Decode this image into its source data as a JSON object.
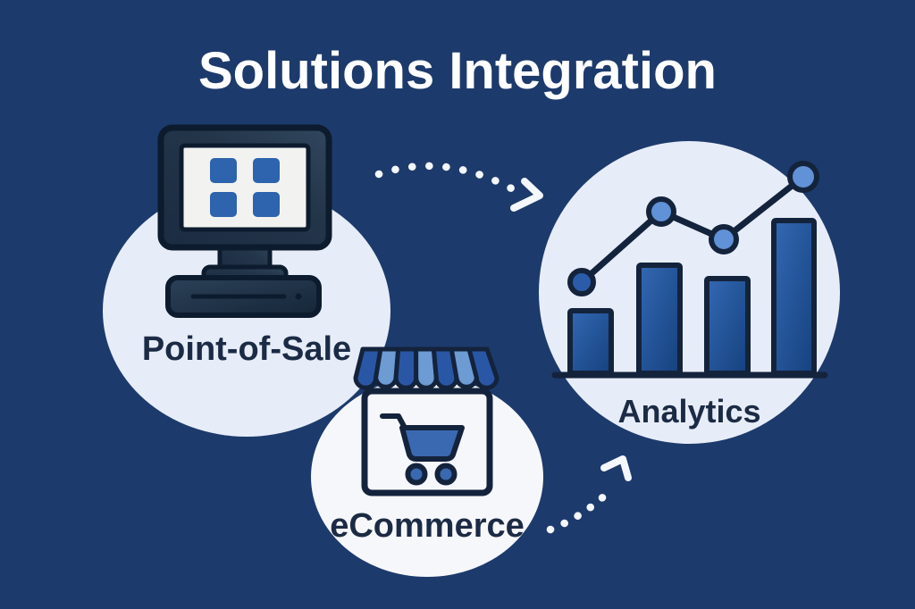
{
  "title": "Solutions Integration",
  "nodes": [
    {
      "id": "point-of-sale",
      "label": "Point-of-Sale",
      "icon": "pos-terminal-icon"
    },
    {
      "id": "ecommerce",
      "label": "eCommerce",
      "icon": "storefront-cart-icon"
    },
    {
      "id": "analytics",
      "label": "Analytics",
      "icon": "bar-line-chart-icon"
    }
  ],
  "connections": [
    {
      "from": "point-of-sale",
      "to": "analytics",
      "style": "white-dotted-arc-arrow"
    },
    {
      "from": "ecommerce",
      "to": "analytics",
      "style": "white-dotted-arc-arrow"
    }
  ],
  "analytics_icon": {
    "type": "bar+line",
    "bar_heights_relative": [
      0.41,
      0.71,
      0.62,
      1.0
    ],
    "line_nodes": 4,
    "trend": "rising"
  },
  "colors": {
    "bg": "#1d3a6c",
    "title": "#ffffff",
    "label": "#1c2b45",
    "circle-light": "#e7edf8",
    "circle-white": "#f6f7fa",
    "ink": "#14233c",
    "ink-dark": "#0d1b2e",
    "screen": "#f2f3f0",
    "app-square": "#2e63ad",
    "awning-dark": "#2a57a5",
    "awning-light": "#6d9bd4",
    "cart": "#3b69b1",
    "node-light": "#6191d6",
    "node-dark": "#2b5ca9",
    "arrow": "#f4f7fc"
  }
}
